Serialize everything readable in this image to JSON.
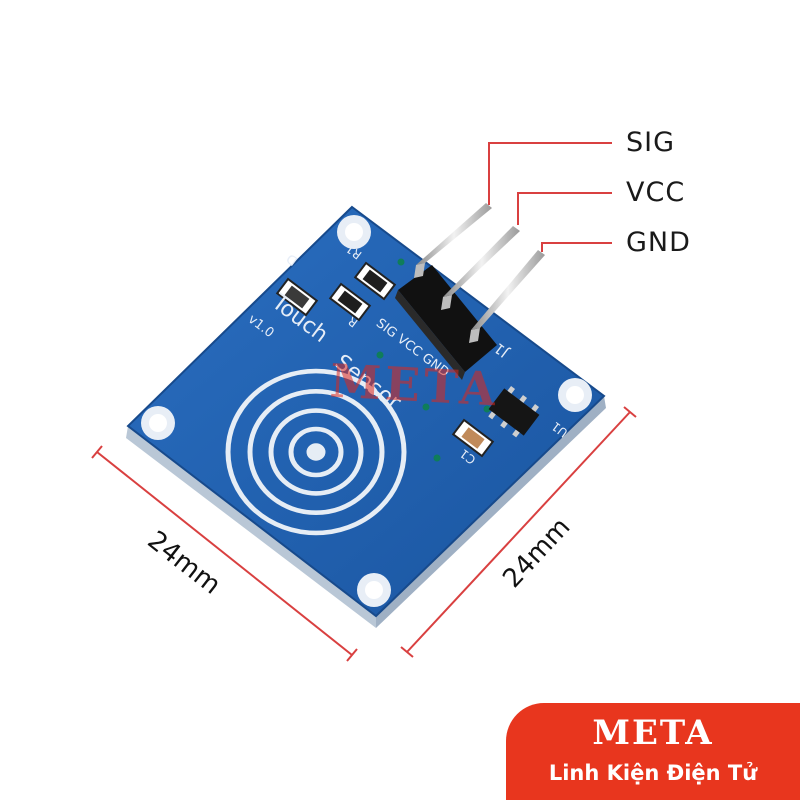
{
  "pin_labels": [
    "SIG",
    "VCC",
    "GND"
  ],
  "dimensions": {
    "width": "24mm",
    "height": "24mm"
  },
  "board_silkscreen": {
    "title_line1": "Touch",
    "title_line2": "Sensor",
    "version": "v1.0",
    "pins": "SIG VCC GND",
    "header_ref": "J1",
    "led_ref": "D",
    "resistor1_ref": "R1",
    "resistor2_ref": "R",
    "chip_ref": "U1",
    "capacitor_ref": "C1"
  },
  "watermark": "META",
  "brand": {
    "name": "META",
    "tagline": "Linh Kiện Điện Tử"
  },
  "colors": {
    "pcb": "#1f5fae",
    "pcb_edge": "#17498a",
    "pad_ring": "#e8eef6",
    "accent": "#e8361e",
    "dimension_line": "#d94040"
  }
}
